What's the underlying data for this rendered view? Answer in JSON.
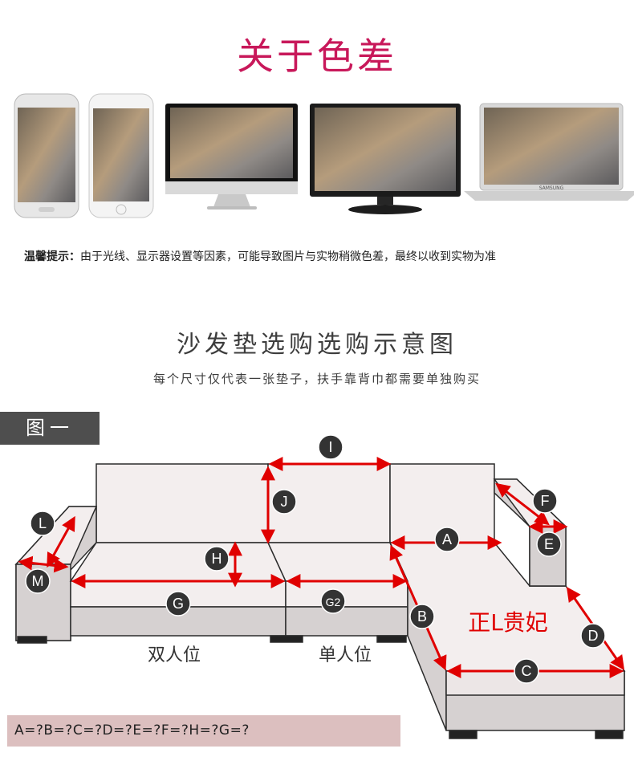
{
  "header": {
    "title": "关于色差"
  },
  "devices": [
    "android-phone",
    "iphone",
    "imac",
    "monitor",
    "laptop"
  ],
  "laptop_brand": "SAMSUNG",
  "notice": {
    "label": "温馨提示：",
    "text": "由于光线、显示器设置等因素，可能导致图片与实物稍微色差，最终以收到实物为准"
  },
  "section": {
    "title": "沙发垫选购选购示意图",
    "subtitle": "每个尺寸仅代表一张垫子，扶手靠背巾都需要单独购买"
  },
  "figure": {
    "label": "图一",
    "markers": [
      "I",
      "J",
      "L",
      "H",
      "M",
      "G",
      "G2",
      "A",
      "F",
      "E",
      "B",
      "D",
      "C"
    ],
    "seat_labels": {
      "double": "双人位",
      "single": "单人位",
      "chaise": "正L贵妃"
    },
    "formula": "A=?B=?C=?D=?E=?F=?H=?G=?"
  },
  "colors": {
    "title": "#c8185a",
    "arrow": "#e00000",
    "chaise_text": "#e00000",
    "sofa_light": "#f3eeee",
    "sofa_dark": "#d6d1d1"
  }
}
